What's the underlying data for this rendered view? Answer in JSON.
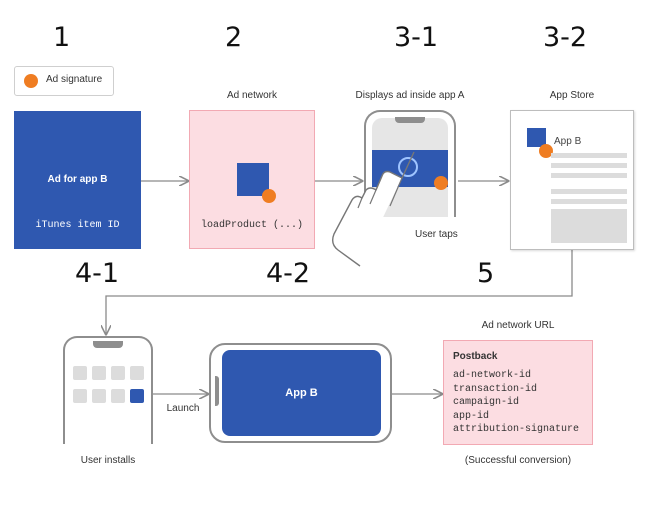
{
  "steps": {
    "s1": "1",
    "s2": "2",
    "s3_1": "3-1",
    "s3_2": "3-2",
    "s4_1": "4-1",
    "s4_2": "4-2",
    "s5": "5"
  },
  "legend": {
    "label": "Ad signature"
  },
  "ad_box": {
    "title": "Ad for app B",
    "subtitle": "iTunes item ID"
  },
  "ad_network": {
    "caption": "Ad network",
    "code": "loadProduct (...)"
  },
  "display": {
    "caption": "Displays ad inside app A",
    "tap_label": "User taps"
  },
  "app_store": {
    "caption": "App Store",
    "app_name": "App B"
  },
  "install": {
    "caption": "User installs",
    "launch_label": "Launch"
  },
  "app_b": {
    "label": "App B"
  },
  "postback": {
    "caption": "Ad network URL",
    "title": "Postback",
    "fields": [
      "ad-network-id",
      "transaction-id",
      "campaign-id",
      "app-id",
      "attribution-signature"
    ],
    "footer": "(Successful conversion)"
  },
  "colors": {
    "blue": "#2f58b0",
    "pink_fill": "#fcdde2",
    "pink_border": "#f2a9b3",
    "orange": "#ef7d22",
    "line": "#8a8a8a"
  }
}
